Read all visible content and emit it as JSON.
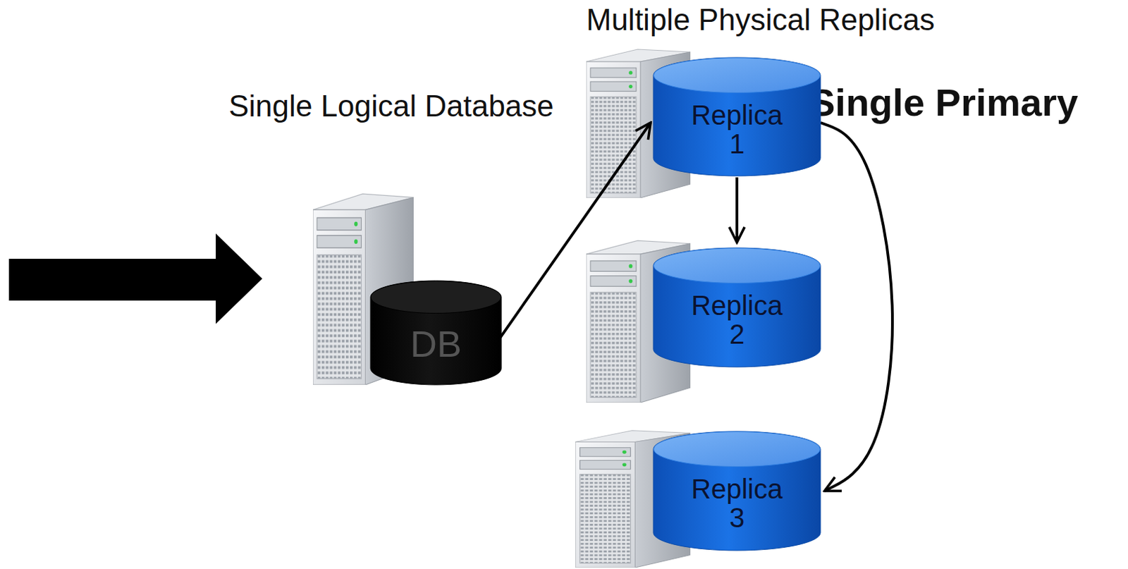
{
  "diagram": {
    "nodes": [
      {
        "text": [
          "DB"
        ]
      },
      {
        "text": [
          "Replica 1"
        ]
      },
      {
        "text": [
          "Replica 2"
        ]
      },
      {
        "text": [
          "Replica 3"
        ]
      }
    ],
    "edges": [
      {
        "from": 0,
        "to": 1,
        "arrow": "to"
      },
      {
        "from": 1,
        "to": 2,
        "arrow": "to"
      },
      {
        "from": 1,
        "to": 3,
        "arrow": "to"
      }
    ],
    "labels": [
      "Multiple Physical Replicas",
      "Single Logical Database",
      "Single Primary"
    ]
  }
}
